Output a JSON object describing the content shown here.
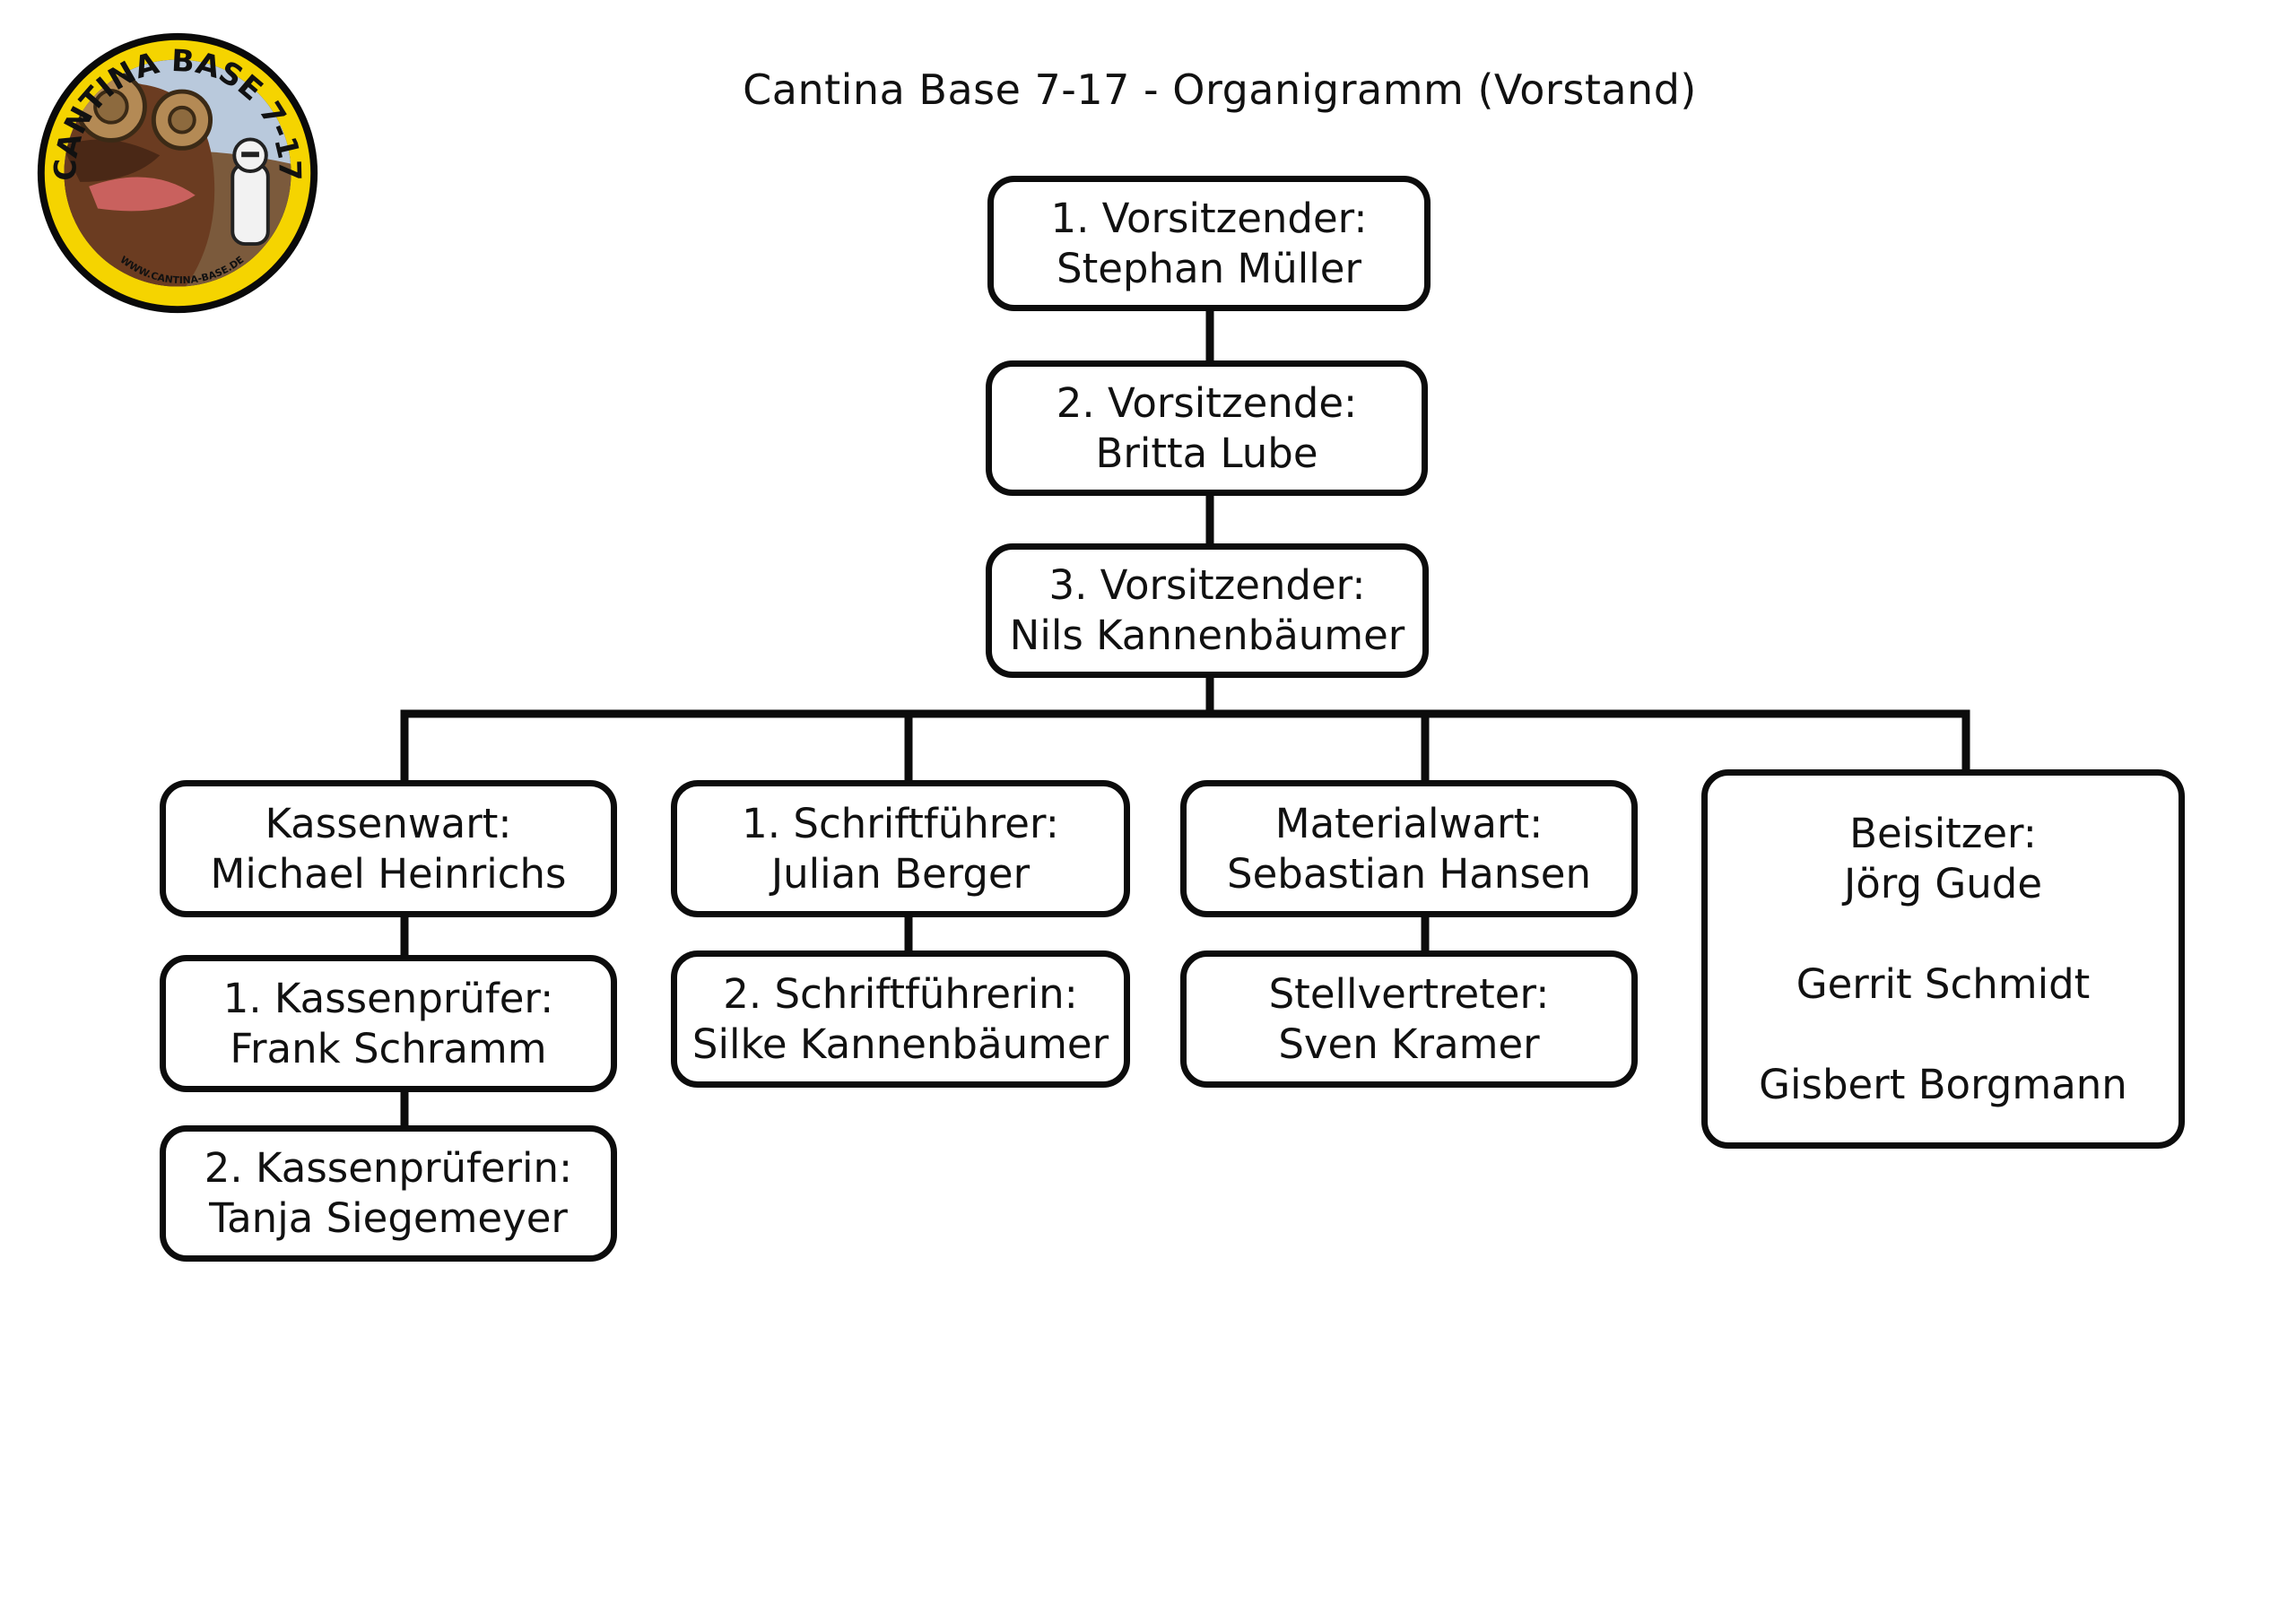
{
  "title": "Cantina Base 7-17 - Organigramm (Vorstand)",
  "logo": {
    "text_top": "CANTINA BASE 7-17",
    "text_bottom": "WWW.CANTINA-BASE.DE",
    "ring_color": "#f5d400"
  },
  "chain": [
    {
      "role": "1. Vorsitzender:",
      "name": "Stephan Müller"
    },
    {
      "role": "2. Vorsitzende:",
      "name": "Britta Lube"
    },
    {
      "role": "3. Vorsitzender:",
      "name": "Nils Kannenbäumer"
    }
  ],
  "columns": [
    {
      "boxes": [
        {
          "role": "Kassenwart:",
          "name": "Michael Heinrichs"
        },
        {
          "role": "1. Kassenprüfer:",
          "name": "Frank Schramm"
        },
        {
          "role": "2. Kassenprüferin:",
          "name": "Tanja Siegemeyer"
        }
      ]
    },
    {
      "boxes": [
        {
          "role": "1. Schriftführer:",
          "name": "Julian Berger"
        },
        {
          "role": "2. Schriftführerin:",
          "name": "Silke Kannenbäumer"
        }
      ]
    },
    {
      "boxes": [
        {
          "role": "Materialwart:",
          "name": "Sebastian Hansen"
        },
        {
          "role": "Stellvertreter:",
          "name": "Sven Kramer"
        }
      ]
    },
    {
      "role": "Beisitzer:",
      "members": [
        "Jörg Gude",
        "Gerrit Schmidt",
        "Gisbert Borgmann"
      ]
    }
  ],
  "colors": {
    "line": "#0c0c0c",
    "box_fill": "#ffffff",
    "text": "#111111"
  }
}
